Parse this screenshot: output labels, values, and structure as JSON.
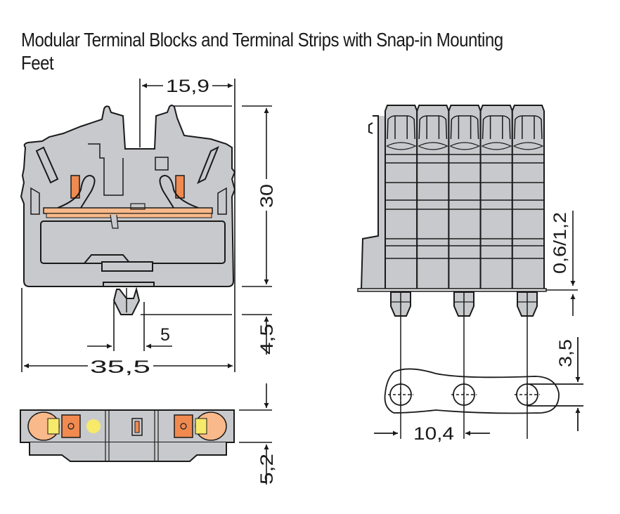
{
  "title": "Modular Terminal Blocks and Terminal Strips with Snap-in Mounting Feet",
  "colors": {
    "housing": "#c8c9cc",
    "outline": "#1a1a1a",
    "orange_light": "#f9b98a",
    "orange_dark": "#f08a50",
    "yellow": "#f7ea6a"
  },
  "front_view": {
    "dimensions": {
      "top_width": "15,9",
      "height": "30",
      "foot_width": "5",
      "foot_height": "4,5",
      "overall_width": "35,5"
    }
  },
  "top_view": {
    "dimensions": {
      "depth": "5,2"
    }
  },
  "side_view": {
    "module_count": 5,
    "foot_count": 3,
    "dimensions": {
      "rail_thickness": "0,6/1,2"
    }
  },
  "hole_pattern": {
    "hole_count": 3,
    "dimensions": {
      "pitch": "10,4",
      "hole_diameter": "3,5"
    }
  }
}
